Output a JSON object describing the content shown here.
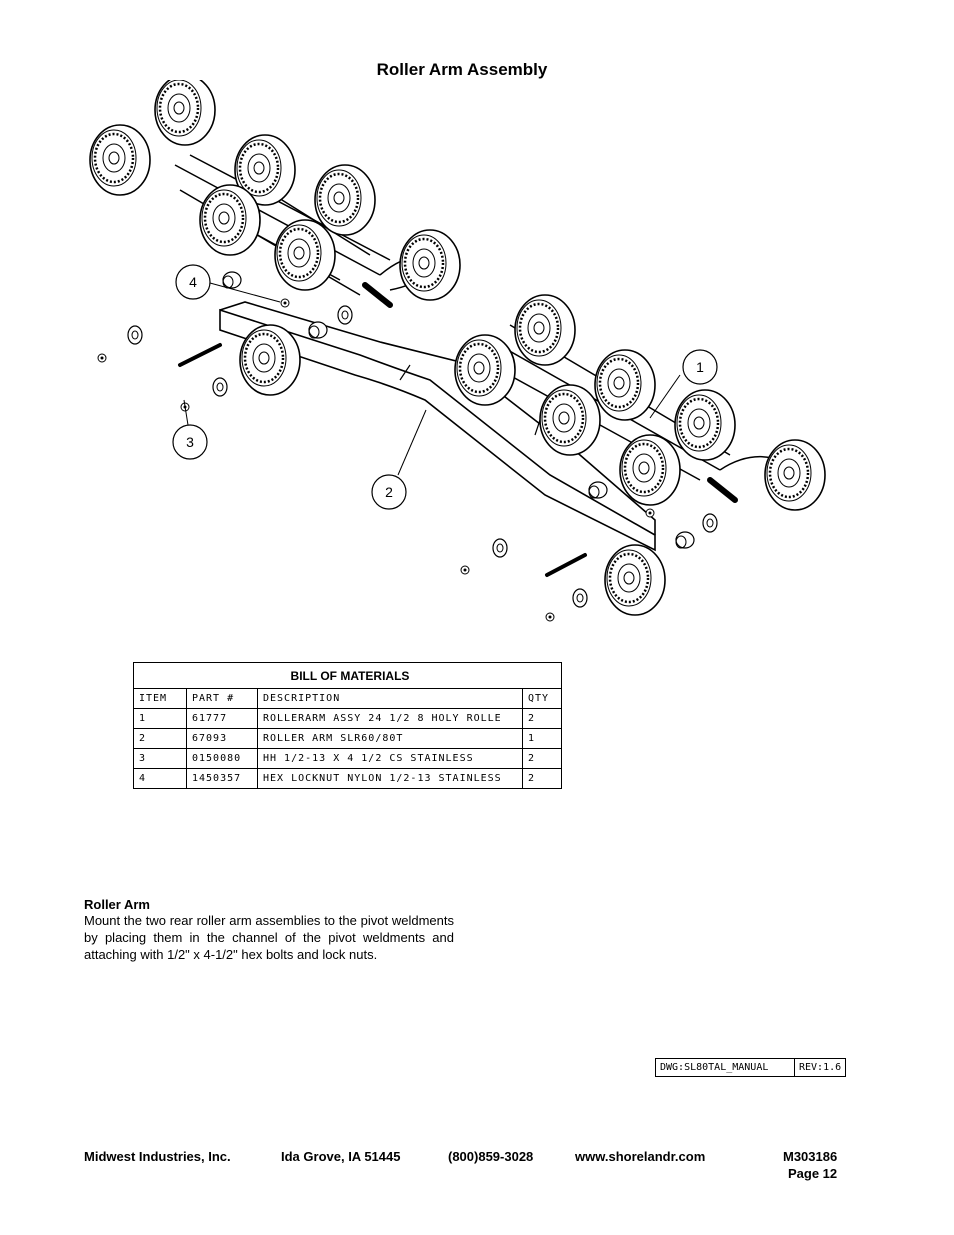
{
  "title": "Roller Arm Assembly",
  "callouts": [
    "1",
    "2",
    "3",
    "4"
  ],
  "bom": {
    "heading": "BILL OF MATERIALS",
    "columns": [
      "ITEM",
      "PART #",
      "DESCRIPTION",
      "QTY"
    ],
    "rows": [
      [
        "1",
        "61777",
        "ROLLERARM ASSY 24 1/2  8 HOLY ROLLE",
        "2"
      ],
      [
        "2",
        "67093",
        "ROLLER ARM SLR60/80T",
        "1"
      ],
      [
        "3",
        "0150080",
        "HH 1/2-13 X 4 1/2 CS STAINLESS",
        "2"
      ],
      [
        "4",
        "1450357",
        "HEX LOCKNUT NYLON 1/2-13 STAINLESS",
        "2"
      ]
    ]
  },
  "section": {
    "heading": "Roller Arm",
    "text": "Mount the two rear roller arm assemblies  to the pivot weldments by placing them in the channel of the pivot weldments and attaching with 1/2\" x 4-1/2\" hex bolts and lock nuts."
  },
  "drawing_block": {
    "dwg": "DWG:SL80TAL_MANUAL",
    "rev": "REV:1.6"
  },
  "footer": {
    "company": "Midwest Industries, Inc.",
    "location": "Ida Grove, IA  51445",
    "phone": "(800)859-3028",
    "website": "www.shorelandr.com",
    "doc_number": "M303186",
    "page": "Page 12"
  }
}
